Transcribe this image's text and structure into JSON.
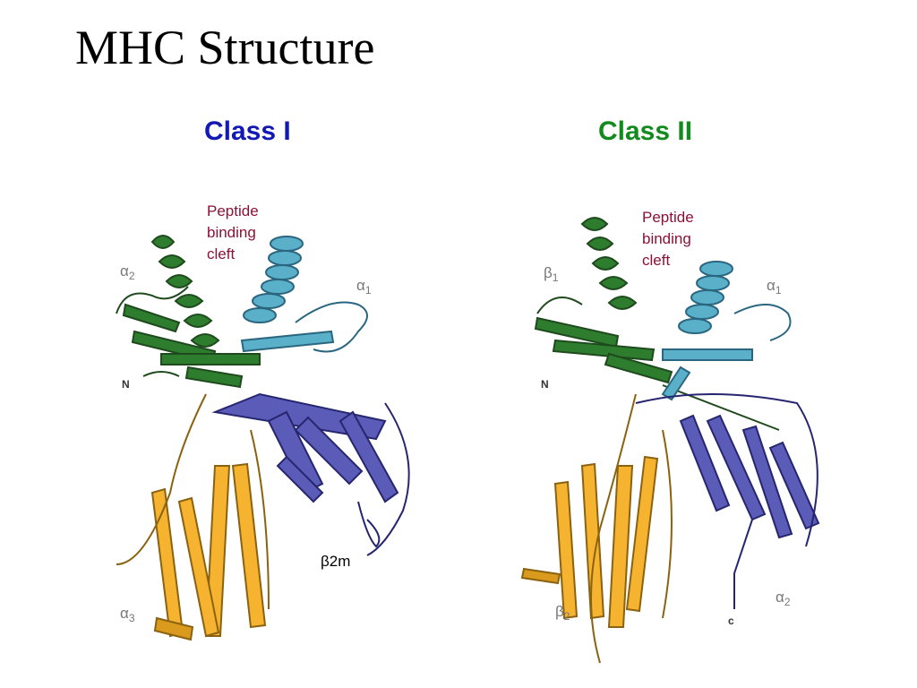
{
  "title": "MHC Structure",
  "class_i": {
    "heading": "Class I",
    "heading_color": "#1219b4",
    "cleft_lines": [
      "Peptide",
      "binding",
      "cleft"
    ],
    "alpha2_label": "α",
    "alpha2_sub": "2",
    "alpha1_label": "α",
    "alpha1_sub": "1",
    "alpha3_label": "α",
    "alpha3_sub": "3",
    "n_terminus": "N",
    "b2m_label": "β2m"
  },
  "class_ii": {
    "heading": "Class II",
    "heading_color": "#138a1d",
    "cleft_lines": [
      "Peptide",
      "binding",
      "cleft"
    ],
    "beta1_label": "β",
    "beta1_sub": "1",
    "alpha1_label": "α",
    "alpha1_sub": "1",
    "beta2_label": "β",
    "beta2_sub": "2",
    "alpha2_label": "α",
    "alpha2_sub": "2",
    "n_terminus": "N",
    "c_terminus": "c"
  },
  "colors": {
    "green_domain": "#2e7d2e",
    "cyan_domain": "#5ab0c8",
    "orange_domain": "#f5b330",
    "purple_domain": "#5b5bb8"
  }
}
